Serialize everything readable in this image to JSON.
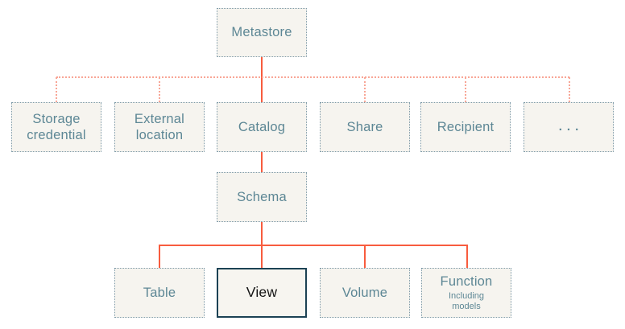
{
  "diagram": {
    "description": "Metastore object hierarchy diagram",
    "nodes": {
      "metastore": {
        "label": "Metastore"
      },
      "storage_credential": {
        "label": "Storage credential"
      },
      "external_location": {
        "label": "External location"
      },
      "catalog": {
        "label": "Catalog"
      },
      "share": {
        "label": "Share"
      },
      "recipient": {
        "label": "Recipient"
      },
      "more": {
        "label": "..."
      },
      "schema": {
        "label": "Schema"
      },
      "table": {
        "label": "Table"
      },
      "view": {
        "label": "View"
      },
      "volume": {
        "label": "Volume"
      },
      "function": {
        "label": "Function",
        "sublabel": "Including models"
      }
    },
    "colors": {
      "background": "#ffffff",
      "box_fill": "#f6f4ef",
      "box_border_dotted": "#7e9aa8",
      "box_text": "#5d8795",
      "view_border_solid": "#1c4254",
      "view_text": "#141414",
      "connector_solid": "#f85c3e",
      "connector_dotted": "#f8a696"
    }
  }
}
